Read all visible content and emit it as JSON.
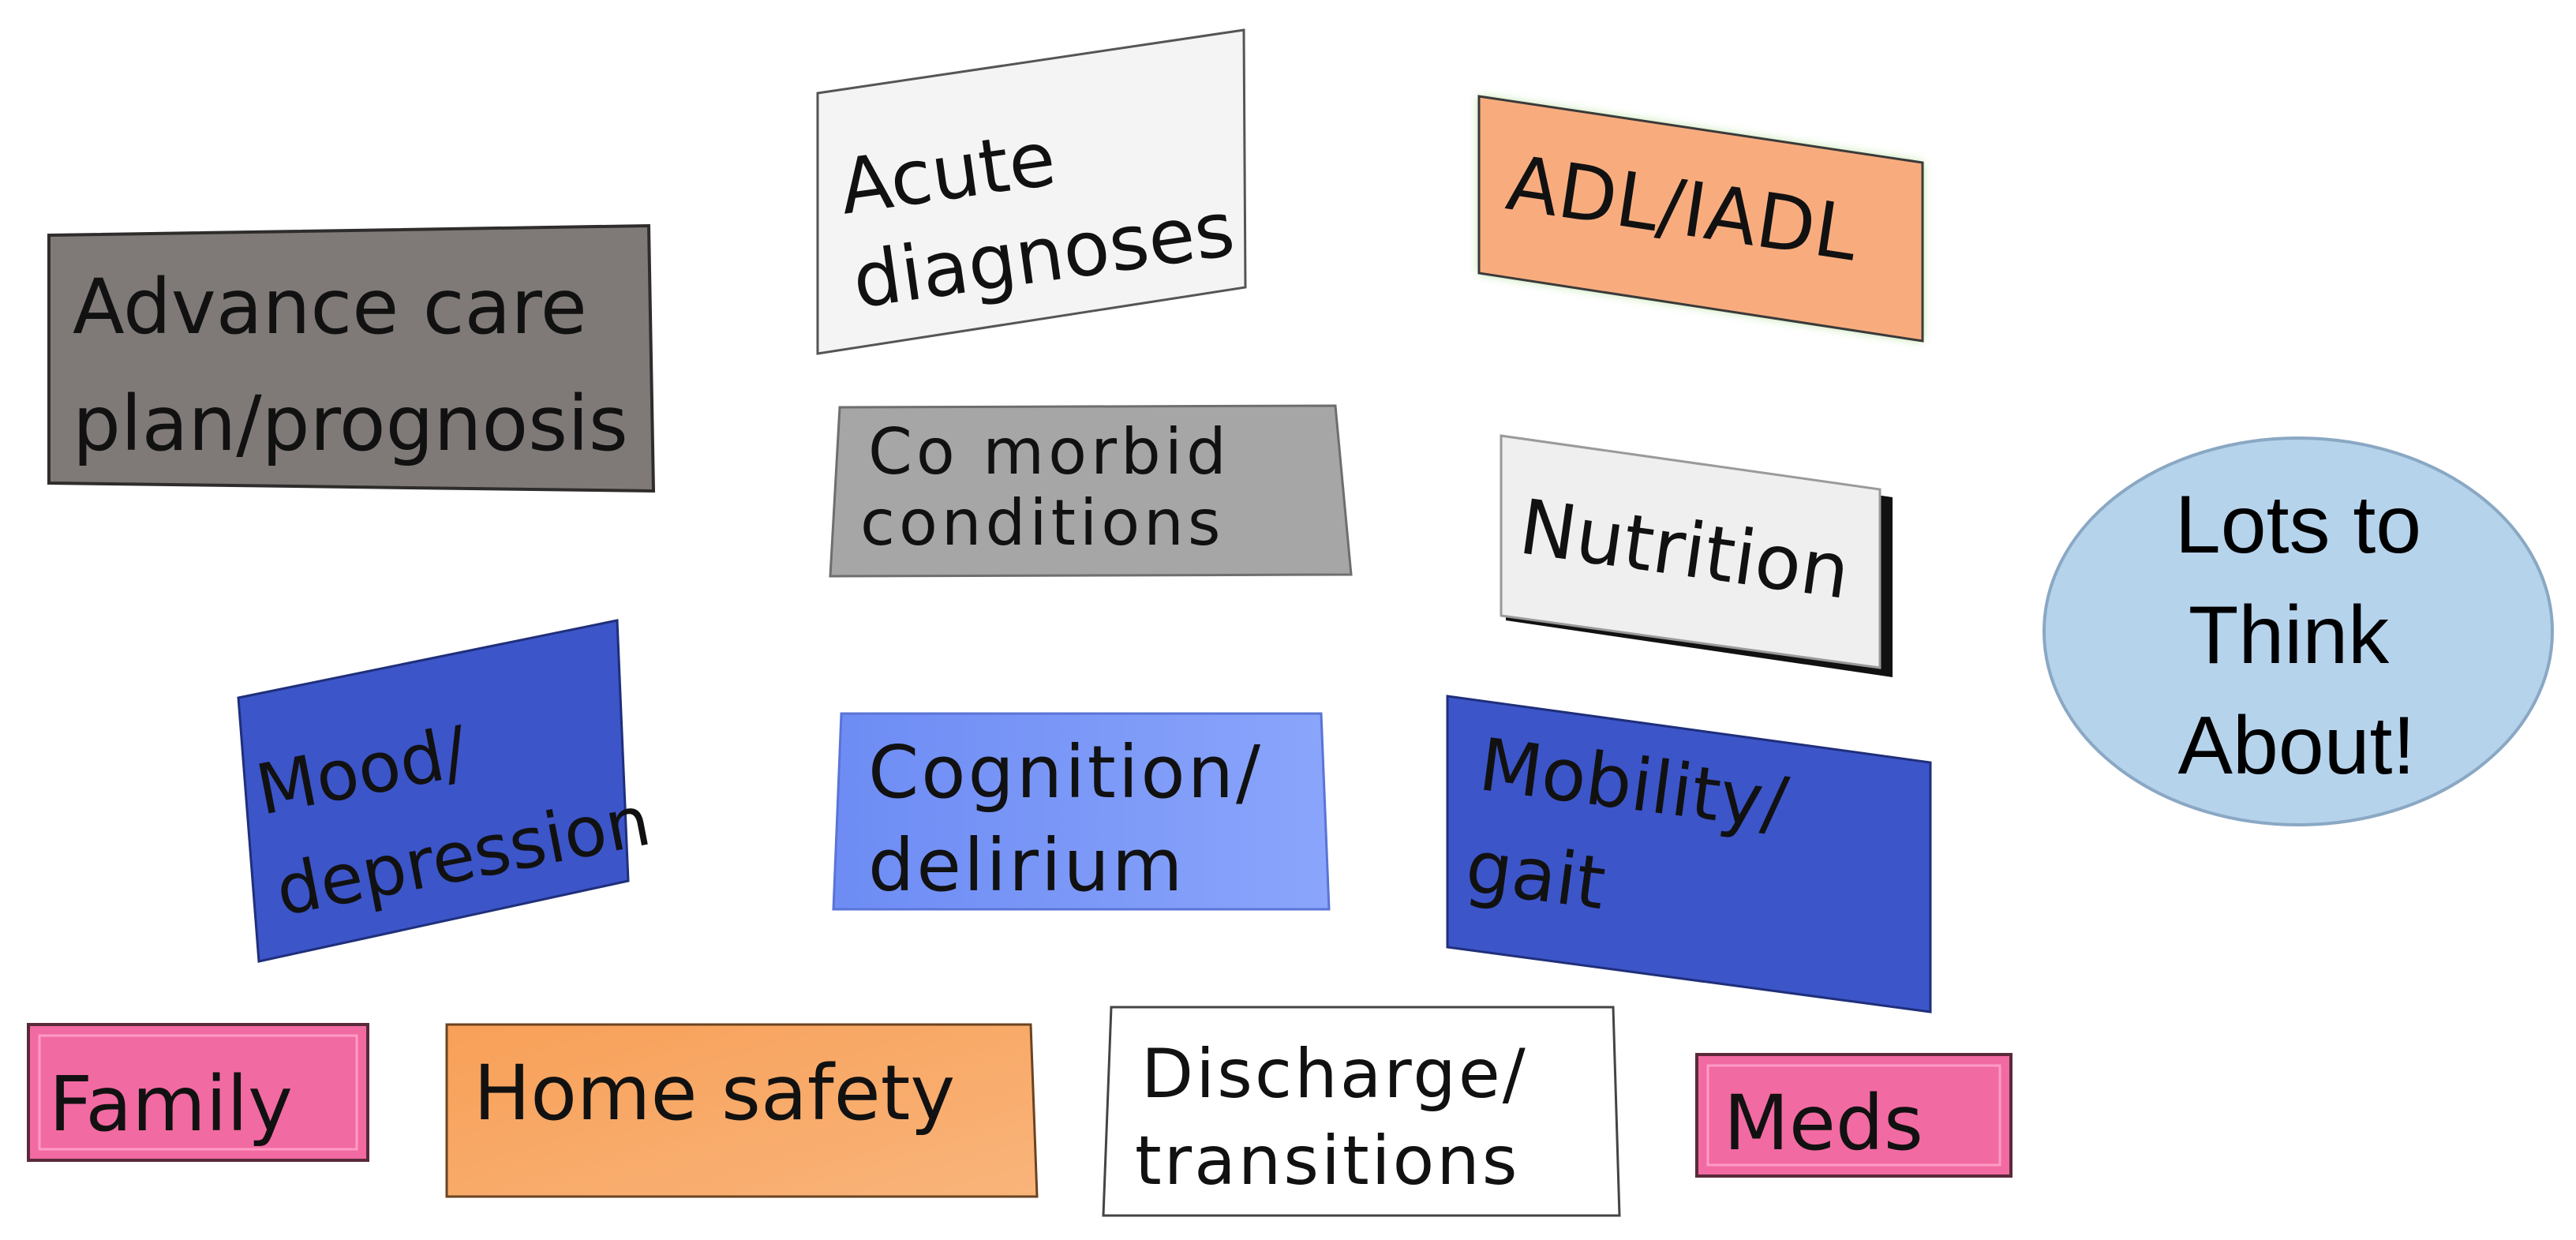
{
  "boxes": {
    "advance_care": {
      "line1": "Advance care",
      "line2": "plan/prognosis",
      "fill": "#7f7a78"
    },
    "acute": {
      "line1": "Acute",
      "line2": "diagnoses",
      "fill": "#f4f4f4"
    },
    "adl": {
      "line1": "ADL/IADL",
      "fill": "#f8ac7e",
      "glow": "#9bd47a"
    },
    "comorbid": {
      "line1": "Co morbid",
      "line2": "conditions",
      "fill": "#a6a6a6"
    },
    "nutrition": {
      "line1": "Nutrition",
      "fill": "#efefef"
    },
    "mood": {
      "line1": "Mood/",
      "line2": "depression",
      "fill": "#3c55c9"
    },
    "cognition": {
      "line1": "Cognition/",
      "line2": "delirium",
      "fill": "#7694f6"
    },
    "mobility": {
      "line1": "Mobility/",
      "line2": "gait",
      "fill": "#3c55c9"
    },
    "family": {
      "line1": "Family",
      "fill": "#f26aa2"
    },
    "home_safety": {
      "line1": "Home safety",
      "fill": "#f8a058"
    },
    "discharge": {
      "line1": "Discharge/",
      "line2": "transitions",
      "fill": "#ffffff"
    },
    "meds": {
      "line1": "Meds",
      "fill": "#f26aa2"
    }
  },
  "callout": {
    "line1": "Lots to",
    "line2": "Think",
    "line3": "About!",
    "fill": "#b6d3ec"
  }
}
